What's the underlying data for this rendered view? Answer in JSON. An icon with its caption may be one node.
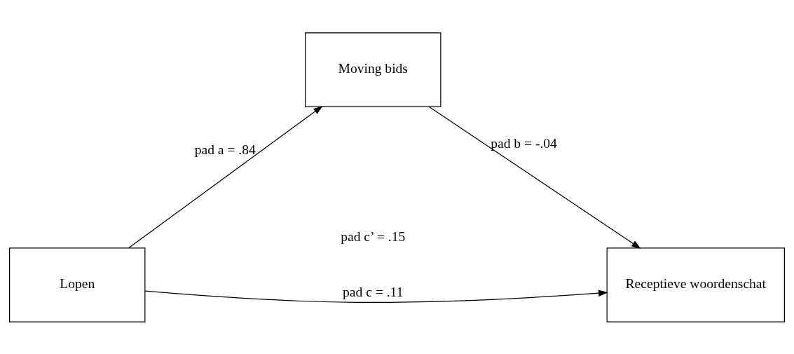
{
  "diagram": {
    "nodes": [
      {
        "text": [
          "Lopen"
        ]
      },
      {
        "text": [
          "Moving bids"
        ]
      },
      {
        "text": [
          "Receptieve woordenschat"
        ]
      }
    ],
    "edges": [
      {
        "from": 0,
        "to": 1,
        "arrow": "to",
        "label": "pad a = .84"
      },
      {
        "from": 1,
        "to": 2,
        "arrow": "to",
        "label": "pad b = -.04"
      },
      {
        "from": 0,
        "to": 2,
        "arrow": "to",
        "label": "pad c = .11"
      }
    ],
    "labels": [
      "pad c’ = .15"
    ]
  }
}
